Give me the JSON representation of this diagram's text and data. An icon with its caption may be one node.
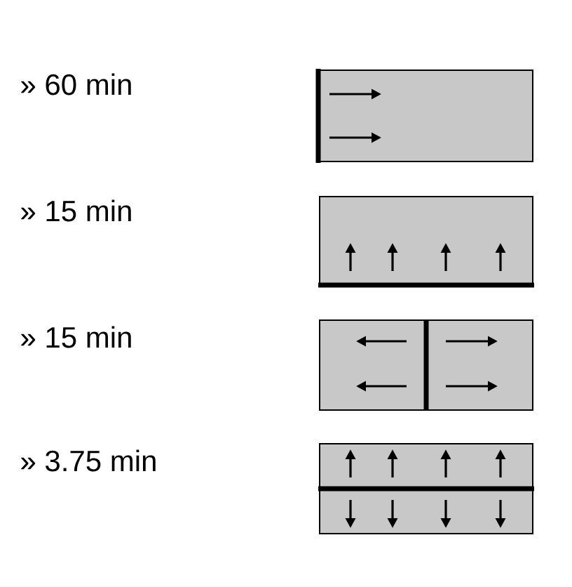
{
  "diagram": {
    "nodes": [
      {
        "text": [],
        "shape": "box"
      },
      {
        "text": [],
        "shape": "box"
      },
      {
        "text": [],
        "shape": "box"
      },
      {
        "text": [],
        "shape": "box"
      }
    ],
    "labels": [
      "» 60 min",
      "» 15 min",
      "» 15 min",
      "» 3.75 min"
    ]
  }
}
